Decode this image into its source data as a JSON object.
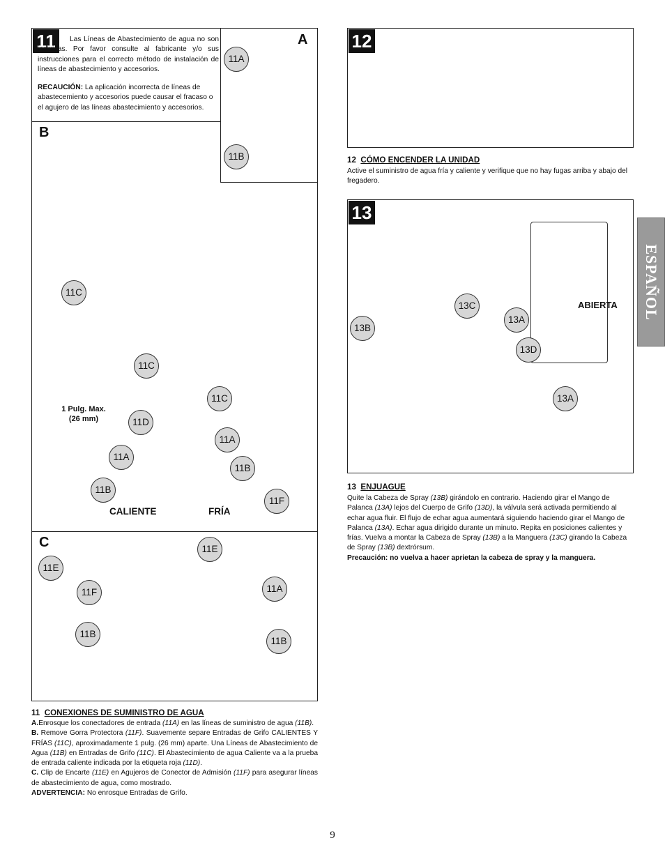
{
  "side_tab": "ESPAÑOL",
  "page_number": "9",
  "step11": {
    "number": "11",
    "panel_a_letter": "A",
    "panel_b_letter": "B",
    "panel_c_letter": "C",
    "intro_text": "Las Líneas de Abastecimiento de agua no son incluidas. Por favor consulte al fabricante y/o sus instrucciones para el correcto método de instalación de líneas de abastecimiento y accesorios.",
    "caution_label": "RECAUCIÓN:",
    "caution_text": " La aplicación incorrecta de líneas de abastecemiento y accesorios puede causar el fracaso o el agujero de las líneas abastecimiento y accesorios.",
    "callouts": {
      "a_11a": "11A",
      "a_11b": "11B",
      "b_11c_1": "11C",
      "b_11c_2": "11C",
      "b_11c_3": "11C",
      "b_11d": "11D",
      "b_11a_1": "11A",
      "b_11a_2": "11A",
      "b_11b_1": "11B",
      "b_11b_2": "11B",
      "b_11f": "11F",
      "c_11e_1": "11E",
      "c_11f": "11F",
      "c_11b_1": "11B",
      "c_11e_2": "11E",
      "c_11a": "11A",
      "c_11b_2": "11B"
    },
    "measure_label": "1 Pulg. Max.",
    "measure_label2": "(26 mm)",
    "hot_label": "CALIENTE",
    "cold_label": "FRÍA",
    "title_num": "11",
    "title": "CONEXIONES DE SUMINISTRO DE AGUA",
    "a_label": "A.",
    "a_text_1": "Enrosque los conectadores de entrada ",
    "a_ref_1": "(11A)",
    "a_text_2": " en las líneas de suministro de agua ",
    "a_ref_2": "(11B)",
    "a_text_3": ".",
    "b_label": "B.",
    "b_text_1": " Remove Gorra Protectora ",
    "b_ref_1": "(11F)",
    "b_text_2": ". Suavemente separe Entradas de Grifo CALIENTES Y FRÍAS ",
    "b_ref_2": "(11C)",
    "b_text_3": ", aproximadamente 1 pulg. (26 mm) aparte. Una Líneas de Abastecimiento de Agua ",
    "b_ref_3": "(11B)",
    "b_text_4": " en Entradas de Grifo ",
    "b_ref_4": "(11C)",
    "b_text_5": ". El Abastecimiento de agua Caliente va a la prueba de entrada caliente indicada por la etiqueta roja ",
    "b_ref_5": "(11D)",
    "b_text_6": ".",
    "c_label": "C.",
    "c_text_1": " Clip de Encarte ",
    "c_ref_1": "(11E)",
    "c_text_2": " en Agujeros de Conector de Admisión ",
    "c_ref_2": "(11F)",
    "c_text_3": " para asegurar líneas de abastecimiento de agua, como mostrado.",
    "warning_label": "ADVERTENCIA:",
    "warning_text": " No enrosque Entradas de Grifo."
  },
  "step12": {
    "number": "12",
    "title_num": "12",
    "title": "CÓMO ENCENDER LA UNIDAD",
    "text": "Active el suministro de agua fría y caliente y verifique que no hay fugas arriba y abajo del fregadero."
  },
  "step13": {
    "number": "13",
    "callouts": {
      "c13c": "13C",
      "c13b": "13B",
      "c13a_1": "13A",
      "c13d": "13D",
      "c13a_2": "13A"
    },
    "open_label": "ABIERTA",
    "title_num": "13",
    "title": "ENJUAGUE",
    "t1": "Quite la Cabeza de Spray ",
    "r1": "(13B)",
    "t2": " girándolo en contrario. Haciendo girar el Mango de Palanca ",
    "r2": "(13A)",
    "t3": " lejos del Cuerpo de Grifo ",
    "r3": "(13D)",
    "t4": ", la válvula será activada permitiendo al echar agua fluir. El flujo de echar agua aumentará siguiendo haciendo girar el Mango de Palanca ",
    "r4": "(13A)",
    "t5": ". Echar agua dirigido durante un minuto. Repita en posiciones calientes y frías. Vuelva a montar la Cabeza de Spray ",
    "r5": "(13B)",
    "t6": " a la Manguera ",
    "r6": "(13C)",
    "t7": " girando la Cabeza de Spray ",
    "r7": "(13B)",
    "t8": " dextrórsum.",
    "precaution": "Precaución: no vuelva a hacer aprietan la cabeza de spray y la manguera."
  }
}
